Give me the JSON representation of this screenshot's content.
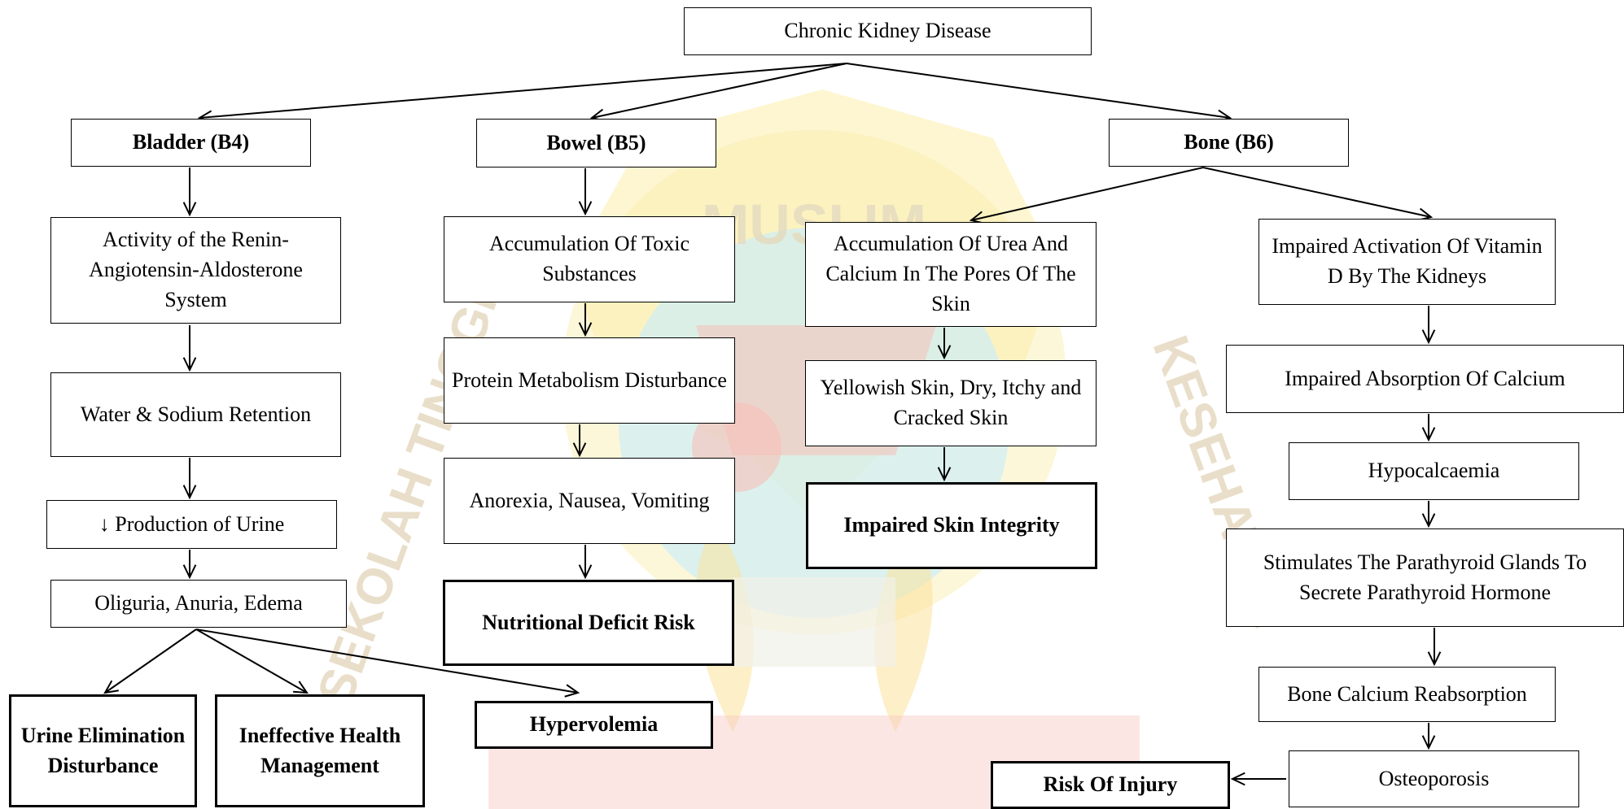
{
  "diagram": {
    "root": "Chronic Kidney Disease",
    "categories": {
      "bladder": "Bladder (B4)",
      "bowel": "Bowel (B5)",
      "bone": "Bone (B6)"
    },
    "bladder": {
      "step1": "Activity of the Renin-Angiotensin-Aldosterone System",
      "step2": "Water & Sodium Retention",
      "step3": "↓ Production of Urine",
      "step4": "Oliguria, Anuria, Edema",
      "diag1": "Urine Elimination Disturbance",
      "diag2": "Ineffective Health Management",
      "diag3": "Hypervolemia"
    },
    "bowel": {
      "step1": "Accumulation Of Toxic Substances",
      "step2": "Protein Metabolism Disturbance",
      "step3": "Anorexia, Nausea, Vomiting",
      "diag": "Nutritional Deficit Risk"
    },
    "skin": {
      "step1": "Accumulation Of Urea And Calcium In The Pores Of The Skin",
      "step2": "Yellowish Skin, Dry, Itchy and Cracked Skin",
      "diag": "Impaired Skin Integrity"
    },
    "bone": {
      "step1": "Impaired Activation Of Vitamin D By The Kidneys",
      "step2": "Impaired Absorption Of Calcium",
      "step3": "Hypocalcaemia",
      "step4": "Stimulates The Parathyroid Glands To Secrete Parathyroid Hormone",
      "step5": "Bone Calcium Reabsorption",
      "step6": "Osteoporosis",
      "diag": "Risk Of Injury"
    }
  },
  "watermark": {
    "text_top": "MUSLIM",
    "text_left": "SEKOLAH TINGGI",
    "text_right": "KESEHATAN"
  },
  "colors": {
    "watermark_yellow": "#fbeeaa",
    "watermark_cyan": "#cdeef6",
    "watermark_red": "#f6c0b8",
    "watermark_outline": "#d8a55a"
  }
}
